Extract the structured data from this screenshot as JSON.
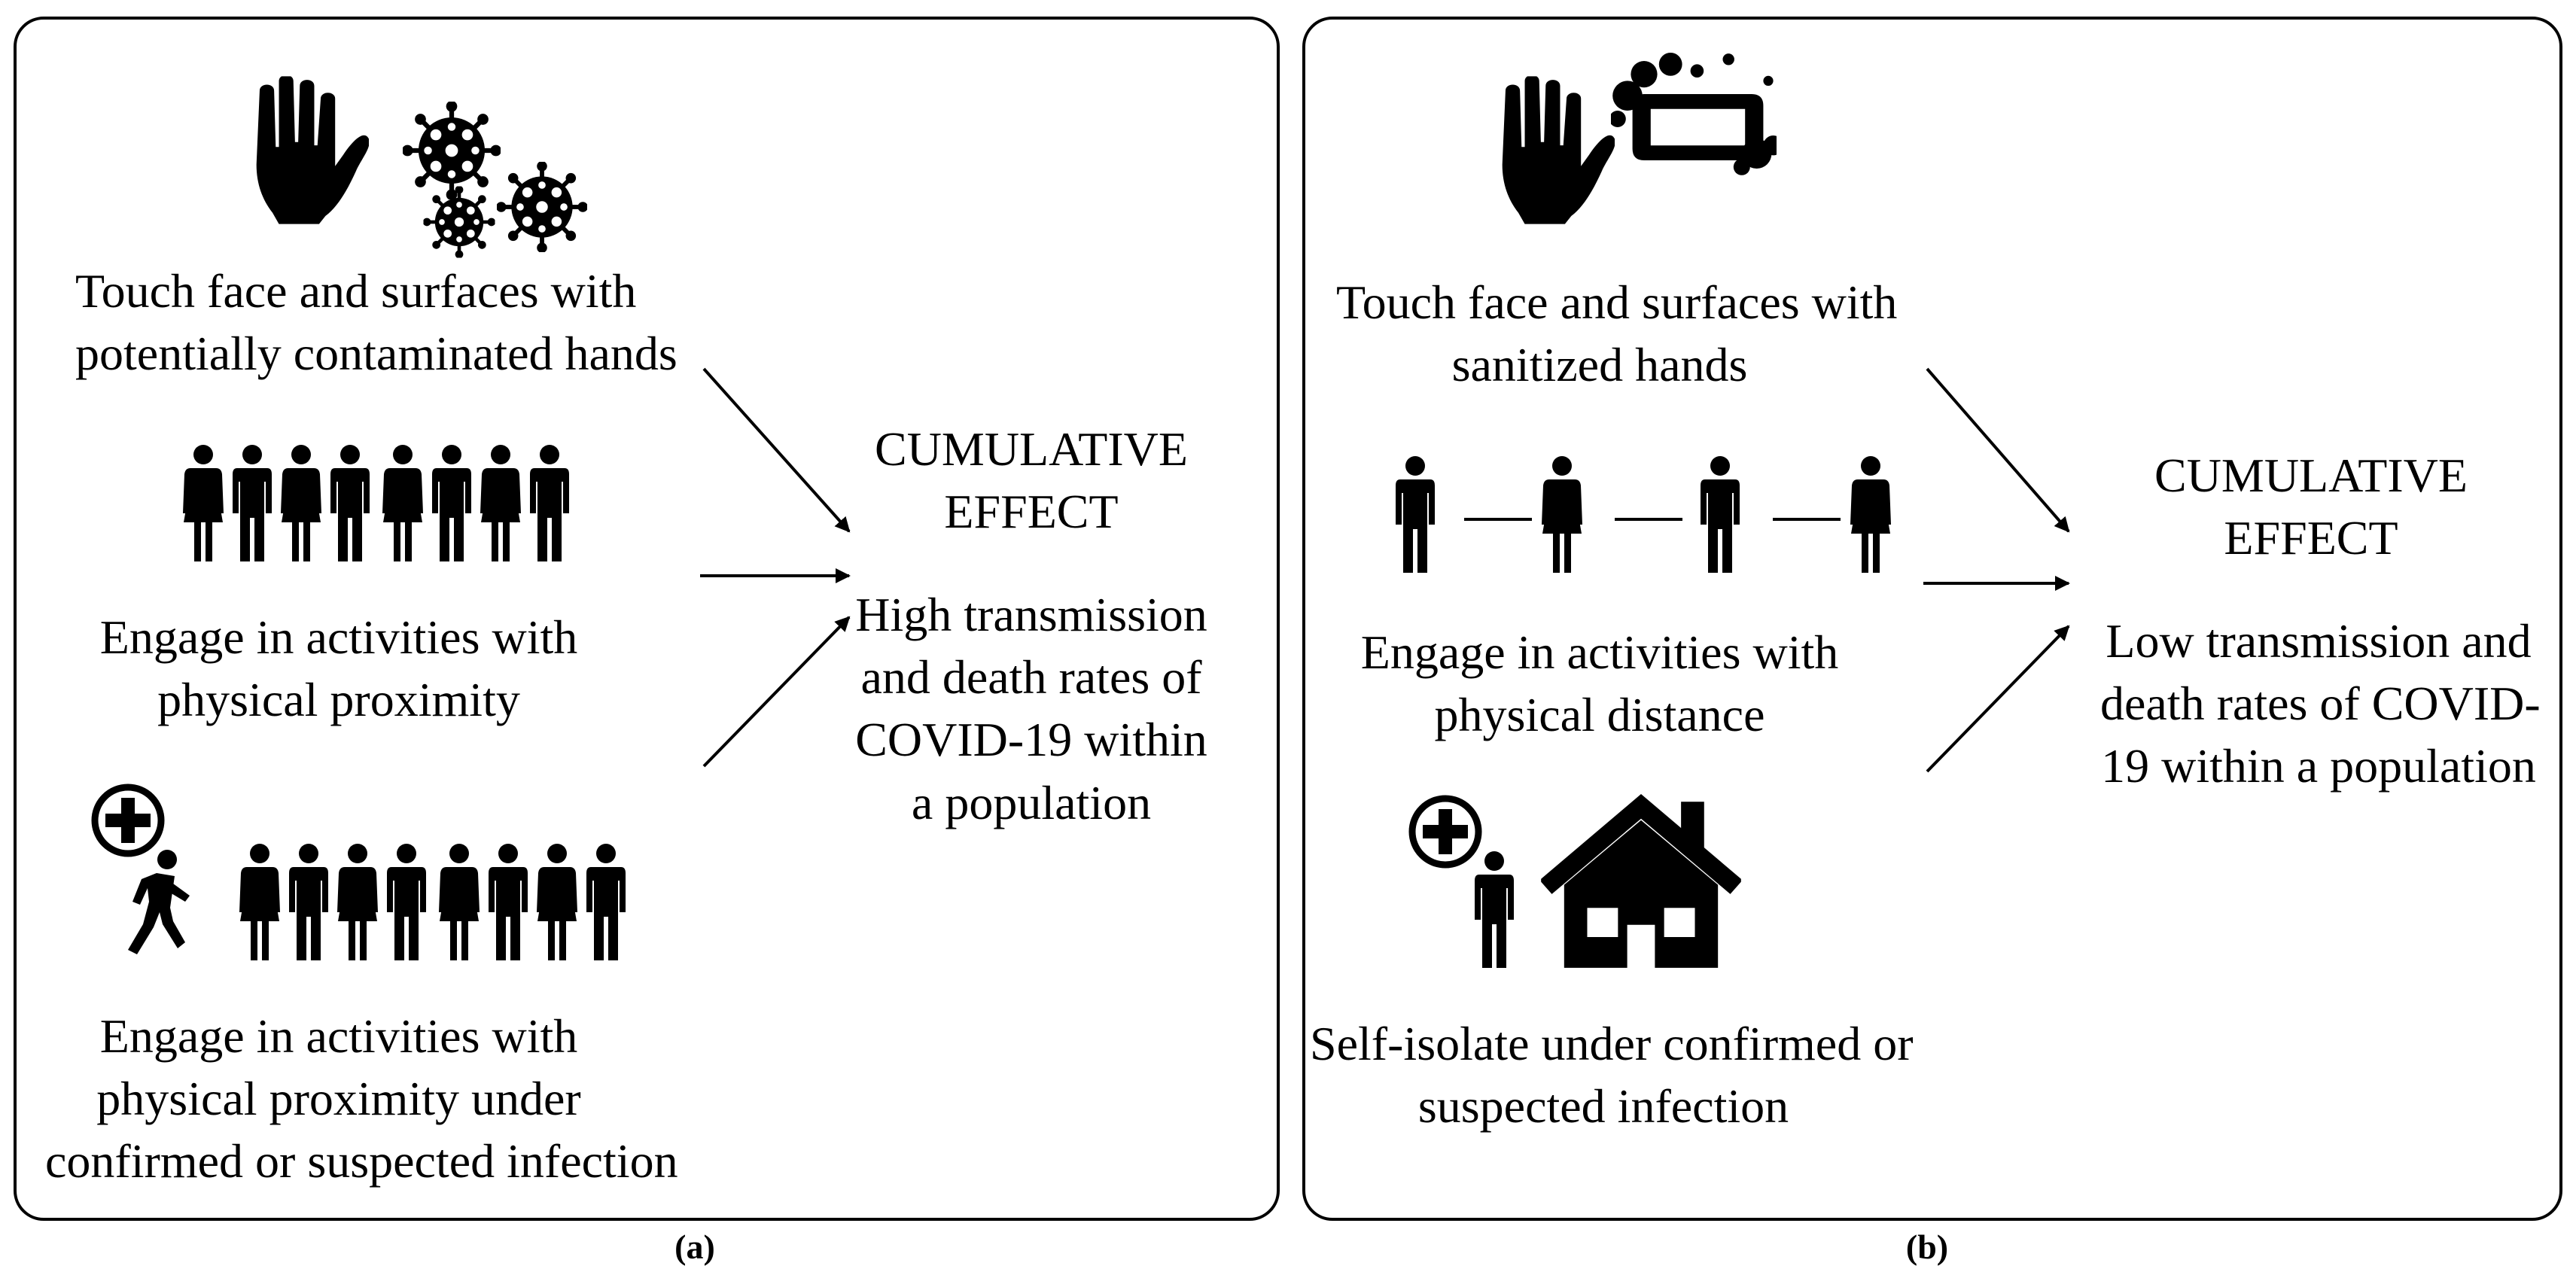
{
  "panel_a": {
    "label": "(a)",
    "item_1": [
      "Touch face and surfaces with",
      "potentially contaminated hands"
    ],
    "item_2": [
      "Engage in activities with",
      "physical proximity"
    ],
    "item_3": [
      "Engage in activities with",
      "physical proximity under",
      "confirmed or suspected infection"
    ],
    "effect_title": [
      "CUMULATIVE",
      "EFFECT"
    ],
    "effect_text": [
      "High transmission",
      "and death rates of",
      "COVID-19 within",
      "a population"
    ]
  },
  "panel_b": {
    "label": "(b)",
    "item_1": [
      "Touch face and surfaces with",
      "sanitized hands"
    ],
    "item_2": [
      "Engage in activities with",
      "physical distance"
    ],
    "item_3": [
      "Self-isolate under confirmed or",
      "suspected infection"
    ],
    "effect_title": [
      "CUMULATIVE",
      "EFFECT"
    ],
    "effect_text": [
      "Low transmission and",
      "death rates of COVID-",
      "19 within a population"
    ]
  },
  "icons": {
    "hand": "hand-icon",
    "virus": "virus-icon",
    "person_male": "person-male-icon",
    "person_female": "person-female-icon",
    "medical_cross": "medical-cross-icon",
    "running_person": "running-person-icon",
    "soap": "soap-bar-icon",
    "house": "house-icon"
  }
}
